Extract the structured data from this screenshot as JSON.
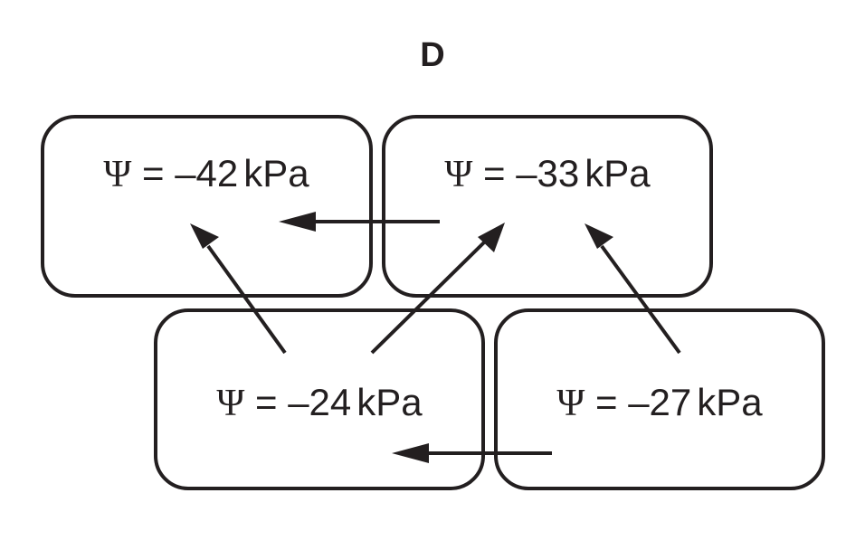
{
  "title": "D",
  "cells": [
    {
      "id": "cell-top-left",
      "symbol": "Ψ",
      "equals": " = ",
      "value": "–42",
      "unit": "kPa"
    },
    {
      "id": "cell-top-right",
      "symbol": "Ψ",
      "equals": " = ",
      "value": "–33",
      "unit": "kPa"
    },
    {
      "id": "cell-bottom-left",
      "symbol": "Ψ",
      "equals": " = ",
      "value": "–24",
      "unit": "kPa"
    },
    {
      "id": "cell-bottom-right",
      "symbol": "Ψ",
      "equals": " = ",
      "value": "–27",
      "unit": "kPa"
    }
  ],
  "arrows": [
    {
      "from": "cell-top-right",
      "to": "cell-top-left"
    },
    {
      "from": "cell-bottom-left",
      "to": "cell-top-left"
    },
    {
      "from": "cell-bottom-left",
      "to": "cell-top-right"
    },
    {
      "from": "cell-bottom-right",
      "to": "cell-top-right"
    },
    {
      "from": "cell-bottom-right",
      "to": "cell-bottom-left"
    }
  ]
}
